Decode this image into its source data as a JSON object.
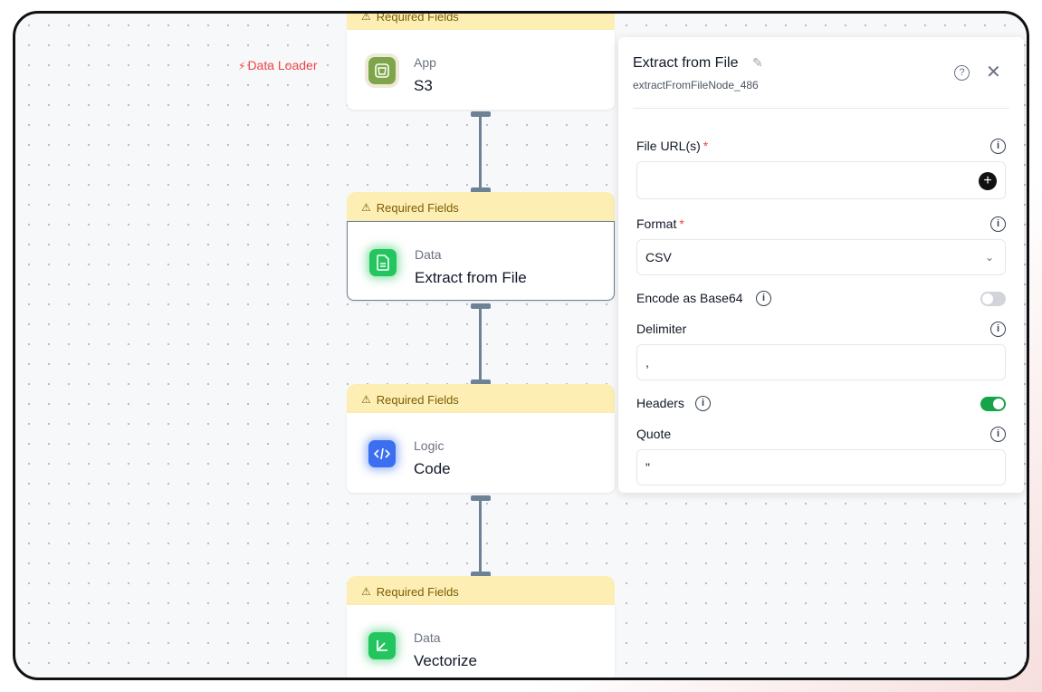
{
  "canvas": {
    "group_label": "Data Loader"
  },
  "nodes": [
    {
      "banner": "Required Fields",
      "category": "App",
      "name": "S3",
      "icon": "s3-bucket-icon"
    },
    {
      "banner": "Required Fields",
      "category": "Data",
      "name": "Extract from File",
      "icon": "file-icon"
    },
    {
      "banner": "Required Fields",
      "category": "Logic",
      "name": "Code",
      "icon": "code-icon"
    },
    {
      "banner": "Required Fields",
      "category": "Data",
      "name": "Vectorize",
      "icon": "vectorize-icon"
    }
  ],
  "panel": {
    "title": "Extract from File",
    "node_id": "extractFromFileNode_486",
    "fields": {
      "file_urls": {
        "label": "File URL(s)",
        "required": "*",
        "value": ""
      },
      "format": {
        "label": "Format",
        "required": "*",
        "value": "CSV"
      },
      "encode_base64": {
        "label": "Encode as Base64",
        "enabled": false
      },
      "delimiter": {
        "label": "Delimiter",
        "value": ","
      },
      "headers": {
        "label": "Headers",
        "enabled": true
      },
      "quote": {
        "label": "Quote",
        "value": "\""
      }
    }
  },
  "colors": {
    "banner": "#fdefb3",
    "accent_red": "#ef4444",
    "toggle_on": "#16a34a",
    "connector": "#6e8196"
  }
}
